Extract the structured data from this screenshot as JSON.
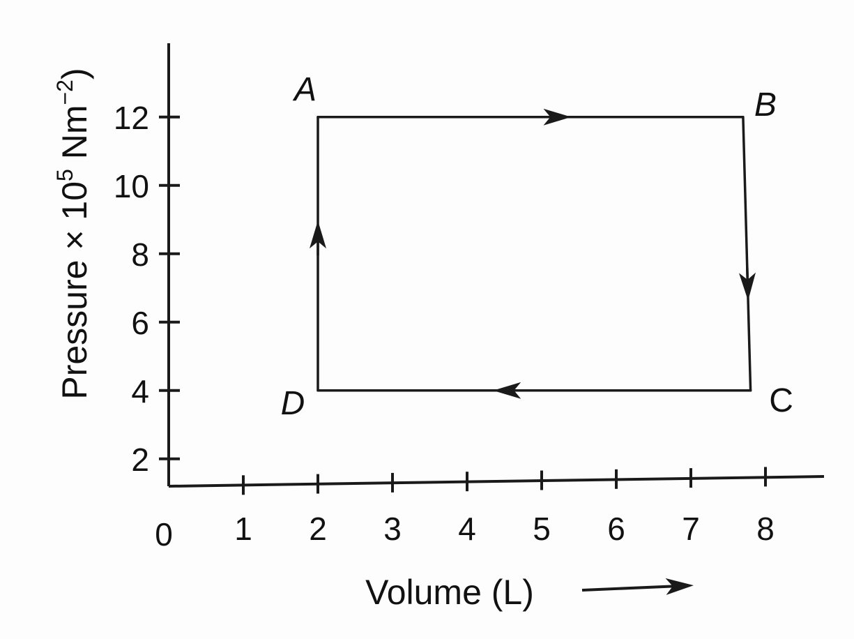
{
  "chart_data": {
    "type": "line",
    "title": "",
    "xlabel": "Volume (L)",
    "ylabel_main": "Pressure × 10",
    "ylabel_exp": "5",
    "ylabel_unit": " Nm",
    "ylabel_unit_exp": "−2",
    "ylabel_close": ")",
    "origin_label": "0",
    "xlim": [
      0,
      8.8
    ],
    "ylim": [
      1.2,
      13.5
    ],
    "x_ticks": [
      1,
      2,
      3,
      4,
      5,
      6,
      7,
      8
    ],
    "y_ticks": [
      2,
      4,
      6,
      8,
      10,
      12
    ],
    "grid": false,
    "points": [
      {
        "label": "A",
        "x": 2,
        "y": 12,
        "italic": true
      },
      {
        "label": "B",
        "x": 7.7,
        "y": 12,
        "italic": true
      },
      {
        "label": "C",
        "x": 7.8,
        "y": 4,
        "italic": false
      },
      {
        "label": "D",
        "x": 2,
        "y": 4,
        "italic": true
      }
    ],
    "cycle_direction": [
      "A->B",
      "B->C",
      "C->D",
      "D->A"
    ],
    "colors": {
      "line": "#1a1a1a",
      "text": "#111111",
      "background": "#fdfdfd"
    }
  }
}
